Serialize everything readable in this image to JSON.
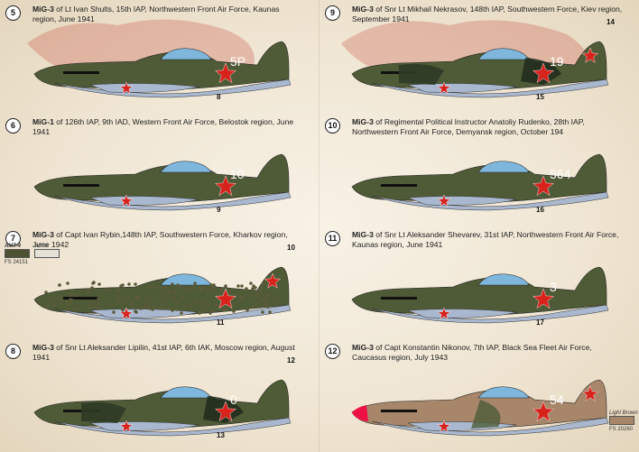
{
  "profiles": [
    {
      "num": "5",
      "title": "MiG-3",
      "desc": " of Lt Ivan Shults, 15th IAP, Northwestern Front Air Force, Kaunas region, June 1941",
      "tail": "5P",
      "callout": "8"
    },
    {
      "num": "6",
      "title": "MiG-1",
      "desc": " of 126th IAP, 9th IAD, Western Front Air Force, Belostok region, June 1941",
      "tail": "10",
      "callout": "9"
    },
    {
      "num": "7",
      "title": "MiG-3",
      "desc": " of Capt Ivan Rybin,148th IAP, Southwestern Force, Kharkov region, June 1942",
      "tail": "",
      "callout": "11",
      "callout2": "10"
    },
    {
      "num": "8",
      "title": "MiG-3",
      "desc": " of Snr Lt Aleksander Lipilin, 41st IAP, 6th IAK, Moscow region, August 1941",
      "tail": "0",
      "callout": "13",
      "callout2": "12"
    },
    {
      "num": "9",
      "title": "MiG-3",
      "desc": " of Snr Lt Mikhail Nekrasov, 148th IAP, Southwestern Force, Kiev region, September 1941",
      "tail": "19",
      "callout": "15",
      "callout2": "14"
    },
    {
      "num": "10",
      "title": "MiG-3",
      "desc": " of Regimental Political Instructor Anatoliy Rudenko, 28th IAP, Northwestern Front Air Force, Demyansk region, October 194",
      "tail": "564",
      "callout": "16"
    },
    {
      "num": "11",
      "title": "MiG-3",
      "desc": " of Snr Lt Aleksander Shevarev, 31st IAP, Northwestern Front Air Force, Kaunas region, June 1941",
      "tail": "3",
      "callout": "17"
    },
    {
      "num": "12",
      "title": "MiG-3",
      "desc": " of Capt Konstantin Nikonov, 7th IAP, Black Sea Fleet Air Force, Caucasus region, July 1943",
      "tail": "54",
      "callout": ""
    }
  ],
  "swatches": {
    "amt4_label": "AMT-4",
    "amt4_code": "FS 24151",
    "white_label": "White",
    "lightbrown_label": "Light Brown",
    "lightbrown_code": "FS 20260"
  },
  "colors": {
    "green": "#4f5a36",
    "dark": "#2f3a27",
    "belly": "#a9b8cf",
    "red": "#d8231d",
    "canopy": "#7fb7dc"
  }
}
